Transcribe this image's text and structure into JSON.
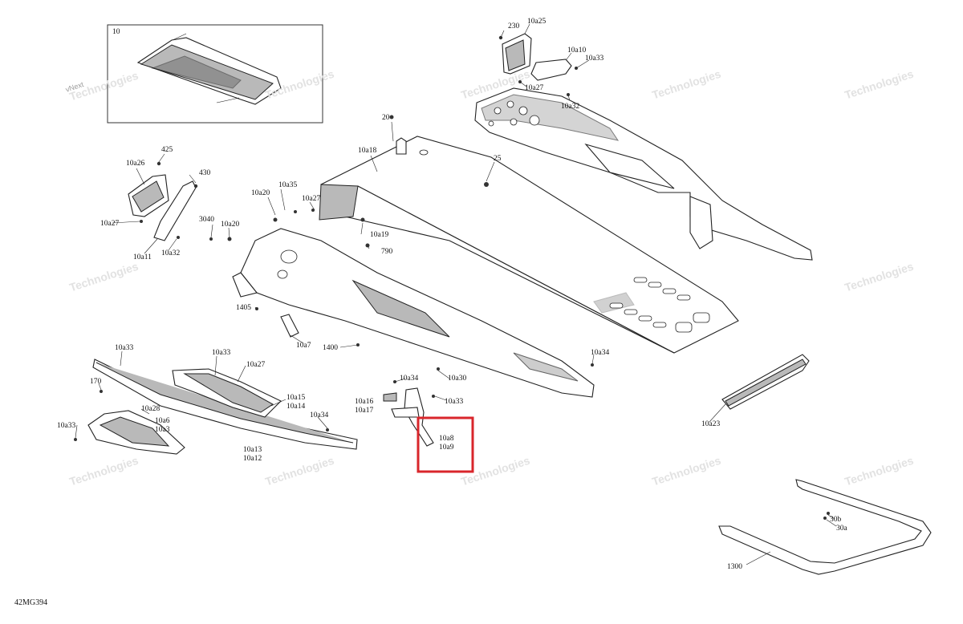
{
  "diagram": {
    "drawing_code": "42MG394",
    "watermark_line1": "vNext",
    "watermark_line2": "Technologies",
    "highlight_color": "#d9262b",
    "inset_label": "10",
    "labels": {
      "l10a25": "10a25",
      "l230": "230",
      "l10a10": "10a10",
      "l10a33_top": "10a33",
      "l10a27_top": "10a27",
      "l10a32_top": "10a32",
      "l20": "20",
      "l25": "25",
      "l10a18": "10a18",
      "l10a20_a": "10a20",
      "l10a35": "10a35",
      "l10a27_mid": "10a27",
      "l10a19": "10a19",
      "l790": "790",
      "l3040": "3040",
      "l10a20_b": "10a20",
      "l425": "425",
      "l10a26": "10a26",
      "l430": "430",
      "l10a27_left": "10a27",
      "l10a11": "10a11",
      "l10a32_left": "10a32",
      "l1405": "1405",
      "l10a7": "10a7",
      "l1400": "1400",
      "l10a33_b": "10a33",
      "l10a33_c": "10a33",
      "l10a27_b": "10a27",
      "l170": "170",
      "l10a28": "10a28",
      "l10a6": "10a6",
      "l10a3": "10a3",
      "l10a33_d": "10a33",
      "l10a15": "10a15",
      "l10a14": "10a14",
      "l10a34_a": "10a34",
      "l10a13": "10a13",
      "l10a12": "10a12",
      "l10a34_b": "10a34",
      "l10a30": "10a30",
      "l10a16": "10a16",
      "l10a17": "10a17",
      "l10a33_e": "10a33",
      "l10a8": "10a8",
      "l10a9": "10a9",
      "l10a34_c": "10a34",
      "l10a23": "10a23",
      "l30b": "30b",
      "l30a": "30a",
      "l1300": "1300"
    }
  }
}
